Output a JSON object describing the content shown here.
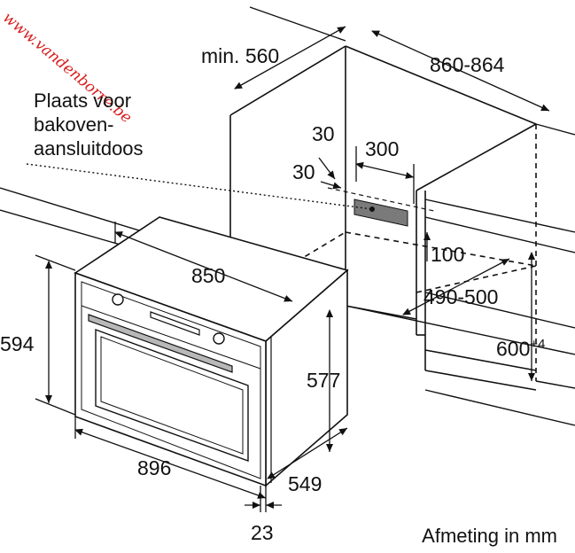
{
  "watermark": "www.vandenborre.be",
  "note": {
    "line1": "Plaats voor",
    "line2": "bakoven-",
    "line3": "aansluitdoos"
  },
  "dimensions": {
    "min_depth": "min. 560",
    "niche_width": "860-864",
    "socket_offset_a": "30",
    "socket_width": "300",
    "socket_offset_b": "30",
    "socket_height": "100",
    "oven_width_top": "850",
    "niche_depth": "490-500",
    "oven_height": "594",
    "niche_height": "600",
    "niche_height_tol": "+4",
    "inner_height": "577",
    "front_width": "896",
    "oven_depth": "549",
    "front_thickness": "23"
  },
  "caption": "Afmeting in mm"
}
